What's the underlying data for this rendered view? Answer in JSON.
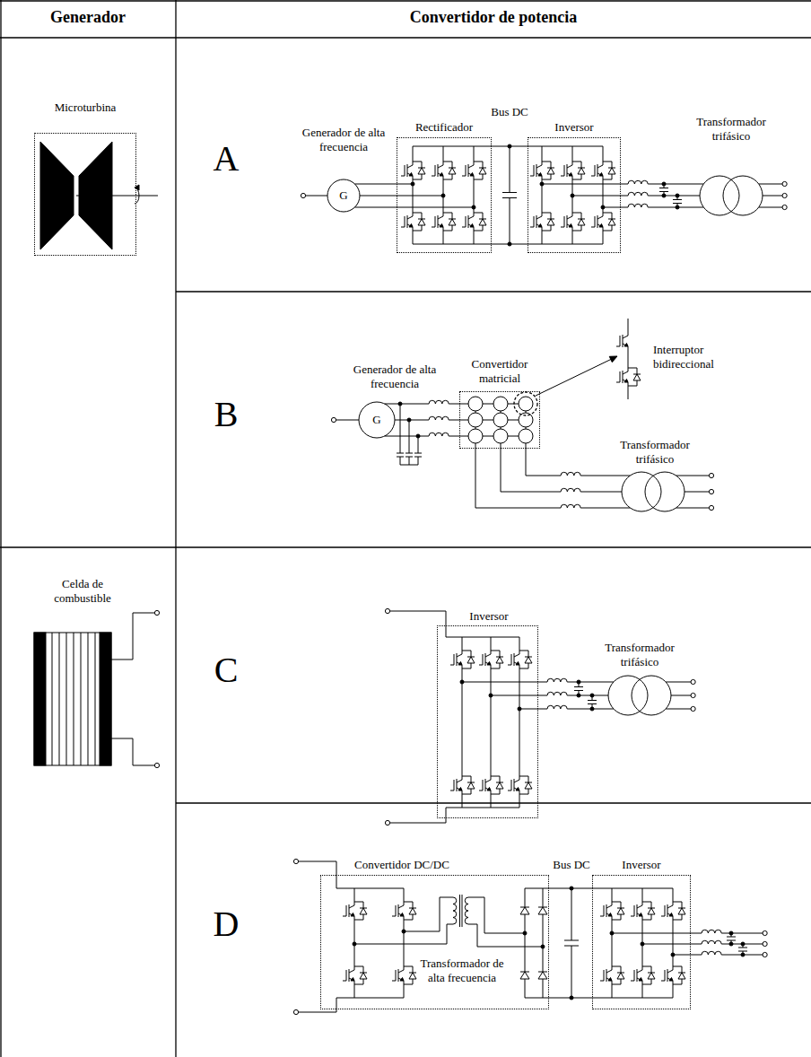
{
  "diagram": {
    "nodes": [
      {
        "text": [
          "Microturbina"
        ]
      },
      {
        "text": [
          "Rectificador"
        ]
      },
      {
        "text": [
          "Inversor"
        ]
      },
      {
        "text": [
          "Convertidor matricial"
        ]
      },
      {
        "text": [
          "Inversor"
        ]
      },
      {
        "text": [
          "Convertidor DC/DC",
          "Transformador de alta frecuencia"
        ]
      },
      {
        "text": [
          "Inversor"
        ]
      }
    ],
    "edges": [
      {
        "from": 1,
        "to": 2,
        "arrow": "none"
      },
      {
        "from": 5,
        "to": 6,
        "arrow": "none"
      }
    ],
    "labels": [
      "Generador",
      "Convertidor de potencia",
      "A",
      "Generador de alta frecuencia",
      "G",
      "Bus DC",
      "Transformador trifásico",
      "B",
      "Generador de alta frecuencia",
      "G",
      "Interruptor bidireccional",
      "Transformador trifásico",
      "Celda de combustible",
      "C",
      "Transformador trifásico",
      "D",
      "Bus DC"
    ]
  }
}
